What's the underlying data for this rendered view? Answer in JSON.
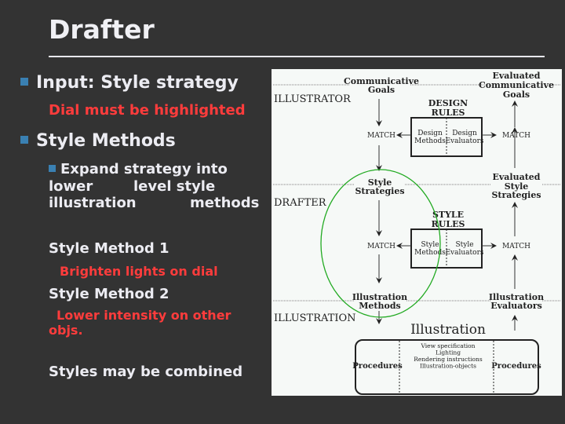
{
  "slide": {
    "title": "Drafter",
    "bullets": {
      "input": "Input: Style strategy",
      "input_note": "Dial must be highlighted",
      "methods": "Style Methods",
      "expand_1": "Expand strategy into",
      "expand_2a": "lower",
      "expand_2b": "level style",
      "expand_3a": "illustration",
      "expand_3b": "methods",
      "method1": "Style Method 1",
      "method1_note": "Brighten lights on dial",
      "method2": "Style Method 2",
      "method2_note_1": "Lower intensity on other",
      "method2_note_2": "objs.",
      "combined": "Styles may be combined"
    }
  },
  "diagram": {
    "layers": {
      "illustrator": "ILLUSTRATOR",
      "drafter": "DRAFTER",
      "illustration": "ILLUSTRATION"
    },
    "communicative_goals": [
      "Communicative",
      "Goals"
    ],
    "evaluated_goals": [
      "Evaluated",
      "Communicative",
      "Goals"
    ],
    "design_rules": [
      "DESIGN",
      "RULES"
    ],
    "design_methods": [
      "Design",
      "Methods"
    ],
    "design_evaluators": [
      "Design",
      "Evaluators"
    ],
    "match": "MATCH",
    "style_strategies": [
      "Style",
      "Strategies"
    ],
    "evaluated_style": [
      "Evaluated",
      "Style",
      "Strategies"
    ],
    "style_rules": [
      "STYLE",
      "RULES"
    ],
    "style_methods": [
      "Style",
      "Methods"
    ],
    "style_evaluators": [
      "Style",
      "Evaluators"
    ],
    "illustration_methods": [
      "Illustration",
      "Methods"
    ],
    "illustration_evaluators": [
      "Illustration",
      "Evaluators"
    ],
    "illustration": "Illustration",
    "procedures": "Procedures",
    "illustration_contents": [
      "View specification",
      "Lighting",
      "Rendering instructions",
      "Illustration-objects"
    ],
    "highlight_color": "#22aa22"
  }
}
